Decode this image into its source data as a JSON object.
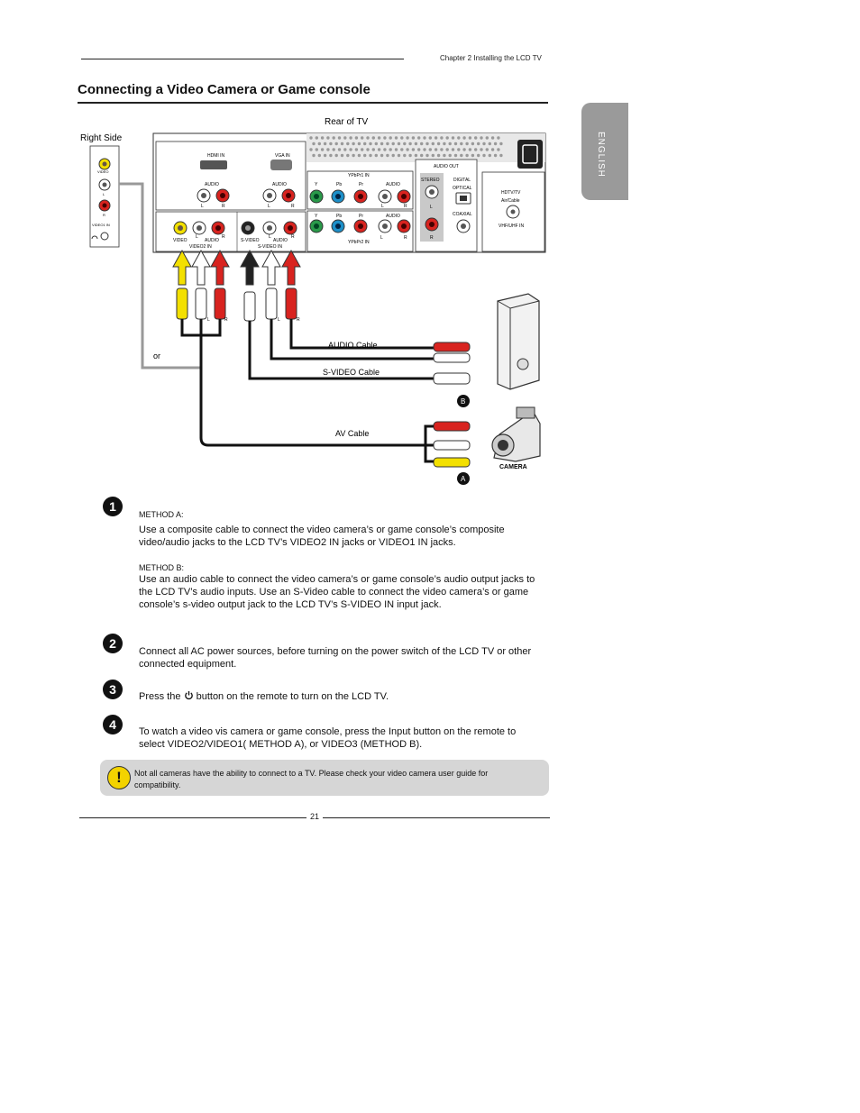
{
  "header": {
    "chapter": "Chapter 2 Installing the LCD TV",
    "title": "Connecting a Video Camera or Game console",
    "language_tab": "ENGLISH"
  },
  "diagram": {
    "rear_label": "Rear of TV",
    "right_side_label": "Right Side",
    "side_video": "VIDEO",
    "side_l": "L",
    "side_r": "R",
    "side_video1": "VIDEO1 IN",
    "hdmi_in": "HDMI IN",
    "vga_in": "VGA IN",
    "audio": "AUDIO",
    "l": "L",
    "r": "R",
    "ypbpr1_in": "YPbPr1 IN",
    "ypbpr2_in": "YPbPr2 IN",
    "y": "Y",
    "pb": "Pb",
    "pr": "Pr",
    "audio_out": "AUDIO OUT",
    "stereo": "STEREO",
    "digital": "DIGITAL",
    "optical": "OPTICAL",
    "coaxial": "COAXIAL",
    "hdtv": "HDTV/TV",
    "air_cable": "Air/Cable",
    "vhf_uhf": "VHF/UHF IN",
    "video": "VIDEO",
    "video2_in": "VIDEO2 IN",
    "s_video": "S-VIDEO",
    "s_video_in": "S-VIDEO IN",
    "or": "or",
    "audio_cable": "AUDIO Cable",
    "svideo_cable": "S-VIDEO Cable",
    "av_cable": "AV Cable",
    "camera": "CAMERA",
    "badge_a": "A",
    "badge_b": "B",
    "plug_l": "L",
    "plug_r": "R"
  },
  "steps": {
    "s1": "1",
    "s2": "2",
    "s3": "3",
    "s4": "4",
    "method_a_label": "METHOD A:",
    "method_a_text": "Use a composite cable to connect the video camera’s or game console’s composite video/audio jacks to the LCD TV’s VIDEO2 IN jacks or VIDEO1 IN jacks.",
    "method_b_label": "METHOD B:",
    "method_b_text": "Use an audio cable to connect the video camera’s or game console’s audio output jacks to the LCD TV’s audio inputs. Use an S-Video cable to connect the video camera’s or game console’s s-video output jack to the LCD TV’s S-VIDEO IN input jack.",
    "step2_text": "Connect all AC power sources, before turning on the power switch of the LCD TV or other connected equipment.",
    "step3_pre": "Press the",
    "step3_post": "button on the remote to turn on the LCD TV.",
    "step4_text": "To watch a video vis camera or game console, press the Input button on the remote to select VIDEO2/VIDEO1( METHOD A), or VIDEO3 (METHOD B)."
  },
  "note": {
    "icon": "!",
    "text": "Not all cameras have the ability to connect to a TV. Please check your video camera user guide for compatibility."
  },
  "footer": {
    "page": "21"
  }
}
